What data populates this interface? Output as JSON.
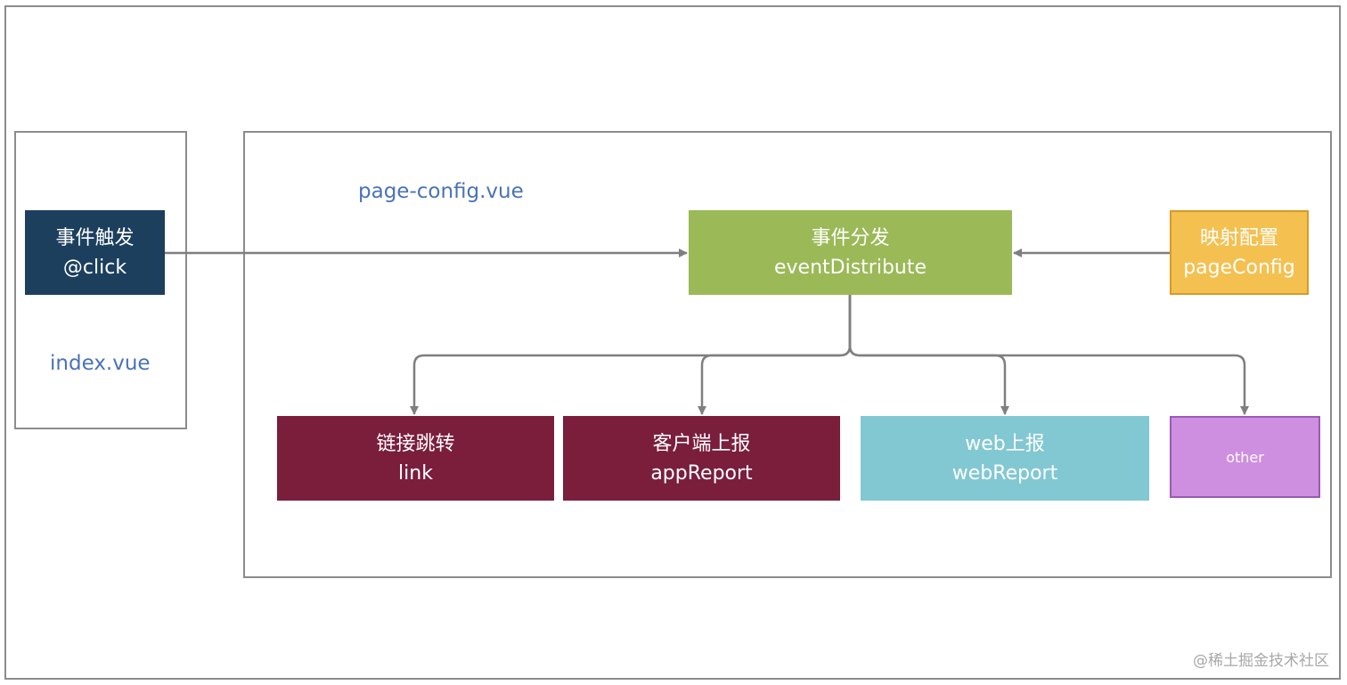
{
  "diagram": {
    "containers": {
      "index": {
        "label": "index.vue"
      },
      "page_config": {
        "label": "page-config.vue"
      }
    },
    "nodes": {
      "trigger": {
        "title": "事件触发",
        "subtitle": "@click",
        "color": "#1c3f5e"
      },
      "distribute": {
        "title": "事件分发",
        "subtitle": "eventDistribute",
        "color": "#9bb957"
      },
      "mapping": {
        "title": "映射配置",
        "subtitle": "pageConfig",
        "color": "#f4c050"
      },
      "link": {
        "title": "链接跳转",
        "subtitle": "link",
        "color": "#7a1e3c"
      },
      "app_report": {
        "title": "客户端上报",
        "subtitle": "appReport",
        "color": "#7a1e3c"
      },
      "web_report": {
        "title": "web上报",
        "subtitle": "webReport",
        "color": "#82c8d3"
      },
      "other": {
        "title": "other",
        "color": "#cf8fe0"
      }
    },
    "edges": [
      {
        "from": "trigger",
        "to": "distribute"
      },
      {
        "from": "mapping",
        "to": "distribute"
      },
      {
        "from": "distribute",
        "to": "link"
      },
      {
        "from": "distribute",
        "to": "app_report"
      },
      {
        "from": "distribute",
        "to": "web_report"
      },
      {
        "from": "distribute",
        "to": "other"
      }
    ],
    "watermark": "@稀土掘金技术社区"
  }
}
